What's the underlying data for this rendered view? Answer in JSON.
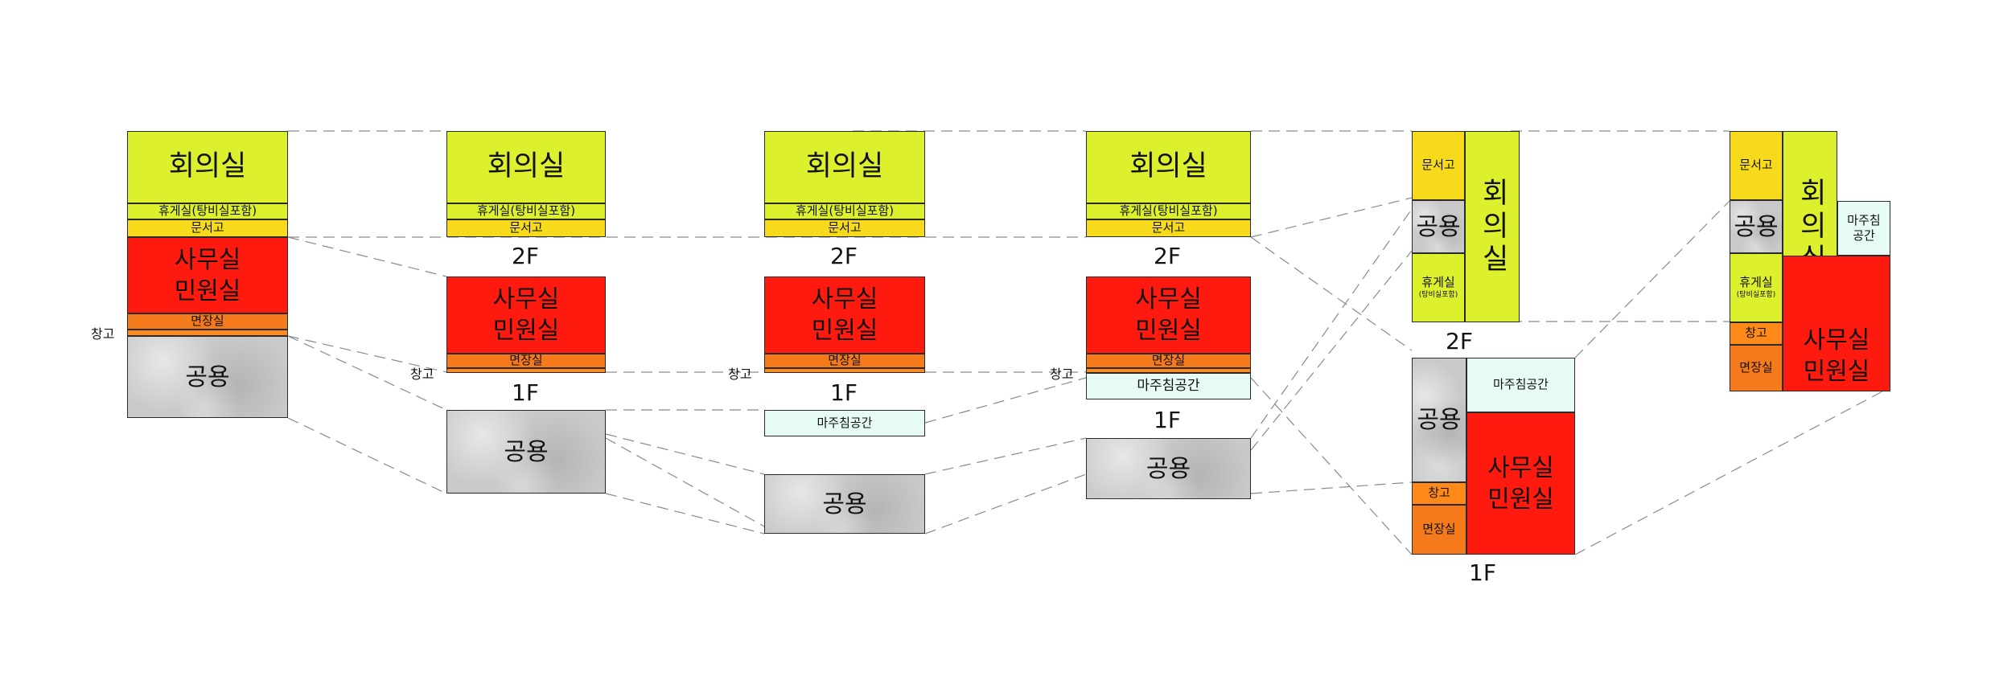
{
  "rooms": {
    "meeting": "회의실",
    "lounge": "휴게실(탕비실포함)",
    "archive": "문서고",
    "office": "사무실",
    "civil": "민원실",
    "interview": "면장실",
    "storage": "창고",
    "common": "공용",
    "nap": "마주침공간",
    "lounge_short": "휴게실",
    "lounge_note": "(탕비실포함)",
    "nap_line1": "마주침",
    "nap_line2": "공간"
  },
  "floors": {
    "second": "2F",
    "first": "1F"
  },
  "colors": {
    "meeting": "#dcf02e",
    "archive": "#f8da1c",
    "office": "#ff1a10",
    "interview": "#ff8a1a",
    "nap": "#e6fbf5",
    "common": "#c9c9c9"
  }
}
